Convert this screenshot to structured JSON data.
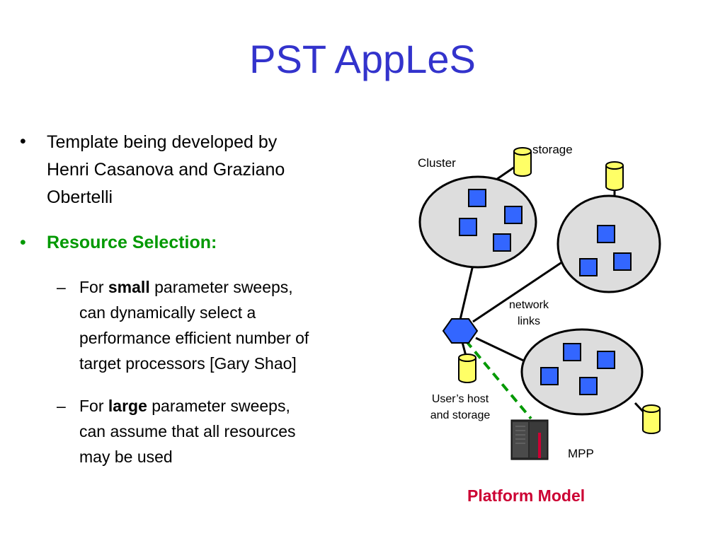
{
  "slide": {
    "title": "PST AppLeS",
    "bullets": [
      {
        "marker": "•",
        "text_lines": [
          "Template being developed by",
          "Henri Casanova and Graziano",
          "Obertelli"
        ]
      },
      {
        "marker": "•",
        "text": "Resource Selection:",
        "color": "#009900"
      }
    ],
    "subbullets": [
      {
        "marker": "–",
        "prefix": "For ",
        "bold": "small",
        "line1_rest": " parameter sweeps,",
        "lines": [
          "can dynamically select a",
          "performance efficient number of",
          "target processors [Gary Shao]"
        ]
      },
      {
        "marker": "–",
        "prefix": "For ",
        "bold": "large",
        "line1_rest": " parameter sweeps,",
        "lines": [
          "can assume that all resources",
          "may be used"
        ]
      }
    ]
  },
  "diagram": {
    "labels": {
      "cluster": "Cluster",
      "storage": "storage",
      "network_line1": "network",
      "network_line2": "links",
      "user_line1": "User’s host",
      "user_line2": "and storage",
      "mpp": "MPP"
    },
    "caption": "Platform Model",
    "colors": {
      "title": "#3333cc",
      "node": "#3366ff",
      "cluster_fill": "#dddddd",
      "storage_fill": "#ffff66",
      "link_dashed": "#009900",
      "caption": "#cc0033"
    }
  }
}
